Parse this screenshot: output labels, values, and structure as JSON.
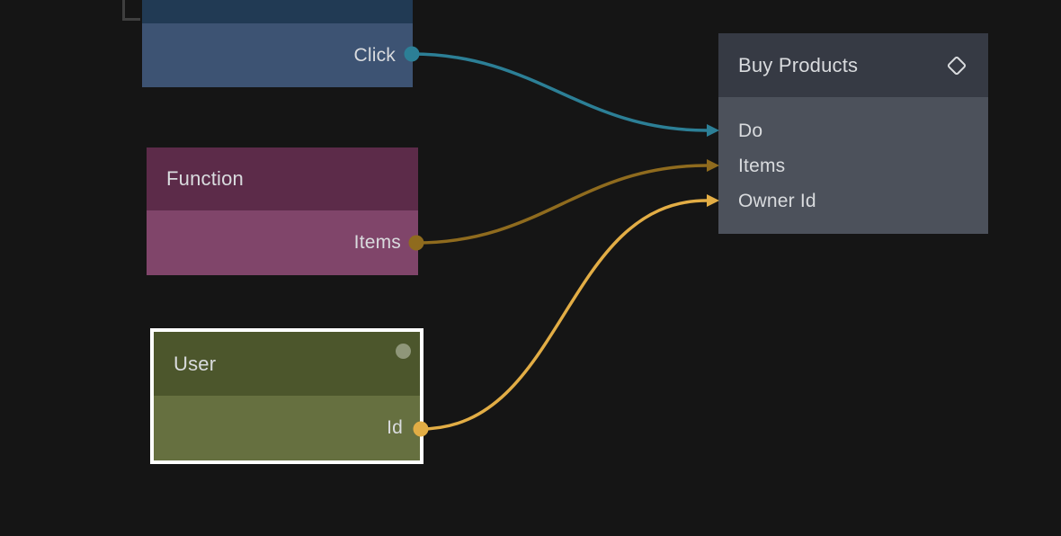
{
  "canvas": {
    "background": "#151515"
  },
  "colors": {
    "background": "#151515",
    "text": "#d9dbde",
    "selection_border": "#ffffff",
    "signal_teal": "#2c7f96",
    "data_gold_dark": "#8f6b1e",
    "data_gold": "#e2ad45",
    "frame_corner_gray": "#3f3f3f"
  },
  "nodes": {
    "trigger": {
      "output": "Click",
      "header_color": "#213a54",
      "body_color": "#3d5373"
    },
    "function": {
      "title": "Function",
      "output": "Items",
      "header_color": "#5c2b49",
      "body_color": "#80456a"
    },
    "user": {
      "title": "User",
      "output": "Id",
      "selected": "true",
      "header_color": "#4c562c",
      "body_color": "#667040",
      "status_dot_color": "#8f9679"
    },
    "buy_products": {
      "title": "Buy Products",
      "icon": "diamond-icon",
      "inputs": [
        "Do",
        "Items",
        "Owner Id"
      ],
      "header_color": "#363a44",
      "body_color": "#4c515b"
    }
  },
  "connections": [
    {
      "from_port": "Click",
      "to_port": "Do",
      "color": "#2c7f96"
    },
    {
      "from_port": "Items",
      "to_port": "Items",
      "color": "#8f6b1e"
    },
    {
      "from_port": "Id",
      "to_port": "Owner Id",
      "color": "#e2ad45"
    }
  ]
}
